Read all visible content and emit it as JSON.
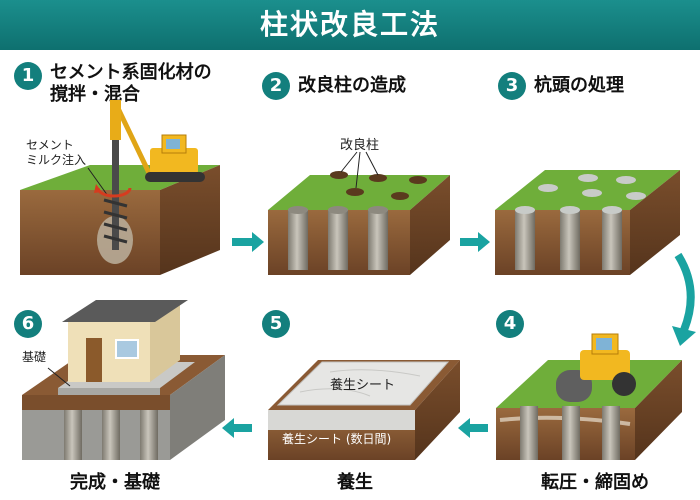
{
  "header": {
    "title": "柱状改良工法"
  },
  "steps": [
    {
      "number": "1",
      "title_line1": "セメント系固化材の",
      "title_line2": "撹拌・混合",
      "label_line1": "セメント",
      "label_line2": "ミルク注入"
    },
    {
      "number": "2",
      "title": "改良柱の造成",
      "label": "改良柱"
    },
    {
      "number": "3",
      "title": "杭頭の処理"
    },
    {
      "number": "4",
      "caption": "転圧・締固め"
    },
    {
      "number": "5",
      "caption": "養生",
      "sheet_label": "養生シート",
      "sheet_label_front": "養生シート (数日間)"
    },
    {
      "number": "6",
      "caption": "完成・基礎",
      "label": "基礎"
    }
  ],
  "colors": {
    "header": "#137f7d",
    "grass": "#6fae3a",
    "soil": "#8a5a34",
    "soil_dark": "#6b4226",
    "column": "#a9a59a",
    "arrow": "#1aa3a1",
    "machine": "#f2b820"
  },
  "icons": [
    "flow-arrow-icon",
    "rotation-arrow-icon"
  ]
}
